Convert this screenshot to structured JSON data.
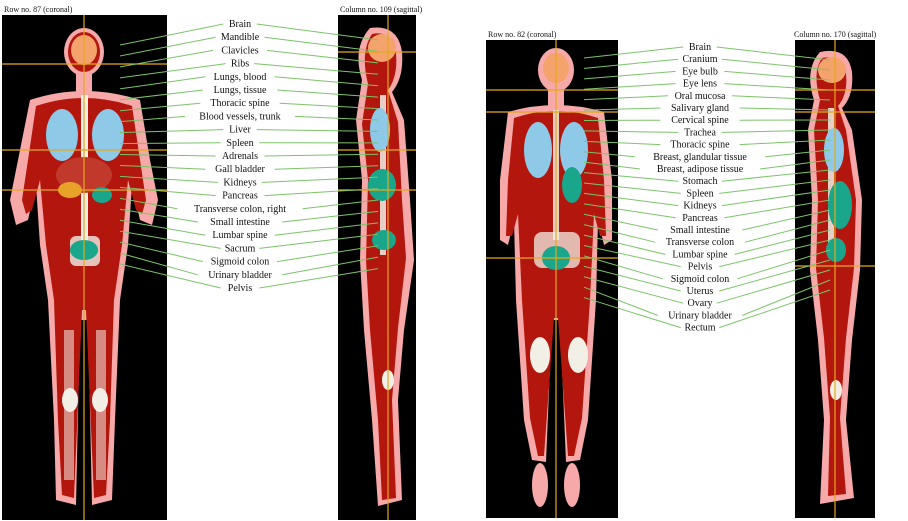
{
  "male": {
    "coronal_title": "Row no. 87 (coronal)",
    "sagittal_title": "Column no. 109 (sagittal)",
    "labels": [
      "Brain",
      "Mandible",
      "Clavicles",
      "Ribs",
      "Lungs, blood",
      "Lungs, tissue",
      "Thoracic spine",
      "Blood vessels, trunk",
      "Liver",
      "Spleen",
      "Adrenals",
      "Gall bladder",
      "Kidneys",
      "Pancreas",
      "Transverse colon, right",
      "Small intestine",
      "Lumbar spine",
      "Sacrum",
      "Sigmoid colon",
      "Urinary bladder",
      "Pelvis"
    ]
  },
  "female": {
    "coronal_title": "Row no. 82 (coronal)",
    "sagittal_title": "Column no. 170 (sagittal)",
    "labels": [
      "Brain",
      "Cranium",
      "Eye bulb",
      "Eye lens",
      "Oral mucosa",
      "Salivary gland",
      "Cervical spine",
      "Trachea",
      "Thoracic spine",
      "Breast, glandular tissue",
      "Breast, adipose tissue",
      "Stomach",
      "Spleen",
      "Kidneys",
      "Pancreas",
      "Small intestine",
      "Transverse colon",
      "Lumbar spine",
      "Pelvis",
      "Sigmoid colon",
      "Uterus",
      "Ovary",
      "Urinary bladder",
      "Rectum"
    ]
  },
  "colors": {
    "background": "#000000",
    "skin": "#f7a8a8",
    "muscle": "#b3160c",
    "bone": "#f2efe6",
    "lung": "#8ec9e8",
    "organ_green": "#1aa68a",
    "brain": "#f3a36b",
    "leader_line": "#7cc46a",
    "crosshair": "#e5a81b"
  }
}
